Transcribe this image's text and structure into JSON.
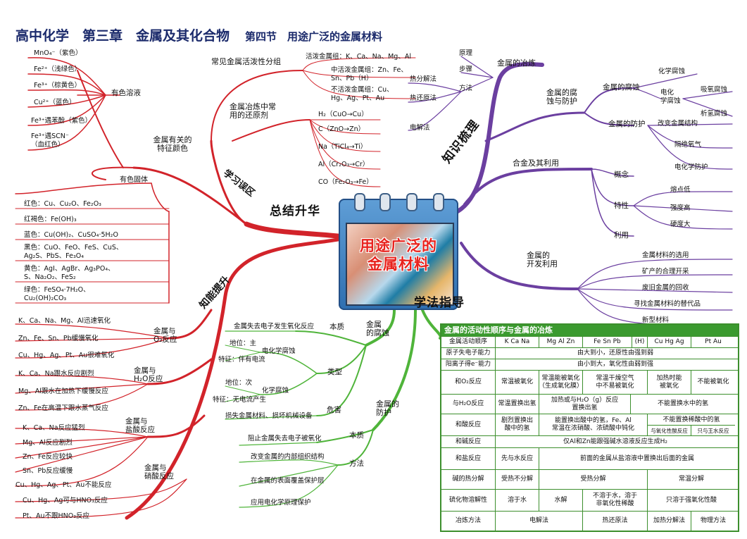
{
  "title": {
    "main": "高中化学　第三章　金属及其化合物",
    "sub": "第四节　用途广泛的金属材料"
  },
  "center": {
    "line1": "用途广泛的",
    "line2": "金属材料"
  },
  "branches": {
    "summary": "总结升华",
    "knowledge": "知识梳理",
    "ability": "知能提升",
    "method": "学法指导",
    "study": "学习误区"
  },
  "summary": {
    "colors_label": "金属有关的\n特征颜色",
    "solution_label": "有色溶液",
    "solid_label": "有色固体",
    "solutions": [
      "MnO₄⁻（紫色）",
      "Fe²⁺（浅绿色）",
      "Fe³⁺（棕黄色）",
      "Cu²⁺（蓝色）",
      "Fe³⁺遇苯酚（紫色）",
      "Fe³⁺遇SCN⁻\n（血红色）"
    ],
    "solids": [
      "红色：Cu、Cu₂O、Fe₂O₃",
      "红褐色：Fe(OH)₃",
      "蓝色：Cu(OH)₂、CuSO₄·5H₂O",
      "黑色：CuO、FeO、FeS、CuS、\nAg₂S、PbS、Fe₃O₄",
      "黄色：AgI、AgBr、Ag₃PO₄、\nS、Na₂O₂、FeS₂",
      "绿色：FeSO₄·7H₂O、\nCu₂(OH)₂CO₃"
    ],
    "activity_label": "常见金属活泼性分组",
    "activity": [
      "活泼金属组：K、Ca、Na、Mg、Al",
      "中活泼金属组：Zn、Fe、\nSn、Pb（H）",
      "不活泼金属组：Cu、\nHg、Ag、Pt、Au"
    ],
    "reducer_label": "金属冶炼中常\n用的还原剂",
    "reducers": [
      "H₂（CuO→Cu）",
      "C（ZnO→Zn）",
      "Na（TiCl₄→Ti）",
      "Al（Cr₂O₃→Cr）",
      "CO（Fe₂O₃→Fe）"
    ]
  },
  "knowledge": {
    "smelting": "金属的冶炼",
    "smelting_items": [
      "原理",
      "步骤",
      "方法"
    ],
    "smelting_methods": [
      "热分解法",
      "热还原法",
      "电解法"
    ],
    "corrosion_label": "金属的腐\n蚀与防护",
    "corrosion": "金属的腐蚀",
    "corrosion_types": [
      "化学腐蚀",
      "电化\n学腐蚀"
    ],
    "electro_types": [
      "吸氧腐蚀",
      "析氢腐蚀"
    ],
    "protection": "金属的防护",
    "protection_items": [
      "改变金属结构",
      "隔绝氧气",
      "电化学防护"
    ],
    "alloy": "合金及其利用",
    "alloy_items": [
      "概念",
      "特性",
      "利用"
    ],
    "alloy_props": [
      "熔点低",
      "强度高",
      "硬度大"
    ],
    "develop": "金属的\n开发利用",
    "develop_items": [
      "金属材料的选用",
      "矿产的合理开采",
      "废旧金属的回收",
      "寻找金属材料的替代品",
      "新型材料"
    ]
  },
  "ability": {
    "o2_label": "金属与\nO₂反应",
    "o2": [
      "K、Ca、Na、Mg、Al迅速氧化",
      "Zn、Fe、Sn、Pb缓慢氧化",
      "Cu、Hg、Ag、Pt、Au很难氧化"
    ],
    "h2o_label": "金属与\nH₂O反应",
    "h2o": [
      "K、Ca、Na跟水反应剧烈",
      "Mg、Al跟水在加热下缓慢反应",
      "Zn、Fe在高温下跟水蒸气反应"
    ],
    "hcl_label": "金属与\n盐酸反应",
    "hcl": [
      "K、Ca、Na反应猛烈",
      "Mg、Al反应剧烈",
      "Zn、Fe反应较快",
      "Sn、Pb反应缓慢",
      "Cu、Hg、Ag、Pt、Au不能反应"
    ],
    "hno3_label": "金属与\n硝酸反应",
    "hno3": [
      "Cu、Hg、Ag可与HNO₃反应",
      "Pt、Au不跟HNO₃反应"
    ]
  },
  "method": {
    "corrosion": "金属\n的腐蚀",
    "essence": "本质",
    "essence_text": "金属失去电子发生氧化反应",
    "types": "类型",
    "chem": "电化学腐蚀",
    "chem_pos": "地位：主",
    "chem_feat": "特征：伴有电流",
    "chem2": "化学腐蚀",
    "chem2_pos": "地位：次",
    "chem2_feat": "特征：无电流产生",
    "harm": "危害",
    "harm_text": "损失金属材料、损坏机械设备",
    "protect": "金属的\n防护",
    "p_essence": "本质",
    "p_essence_text": "阻止金属失去电子被氧化",
    "p_method": "方法",
    "p_methods": [
      "改变金属的内部组织结构",
      "在金属的表面覆盖保护层",
      "应用电化学原理保护"
    ]
  },
  "table": {
    "title": "金属的活动性顺序与金属的冶炼",
    "rows": [
      {
        "h": "金属活动顺序",
        "cells": [
          "K Ca Na",
          "Mg  Al Zn",
          "Fe Sn Pb",
          "(H)",
          "Cu Hg Ag",
          "Pt Au"
        ]
      },
      {
        "h": "原子失电子能力",
        "cells": [
          "由大到小，还原性由强到弱"
        ]
      },
      {
        "h": "阳离子得e⁻能力",
        "cells": [
          "由小到大，氧化性由弱到强"
        ]
      },
      {
        "h": "和O₂反应",
        "cells": [
          "常温被氧化",
          "常温能被氧化\n（生成氧化膜）",
          "常温干燥空气\n中不易被氧化",
          "加热时能\n被氧化",
          "不能被氧化"
        ]
      },
      {
        "h": "与H₂O反应",
        "cells": [
          "常温置换出氢",
          "加热或与H₂O（g）反应\n置换出氢",
          "不能置换水中的氢"
        ]
      },
      {
        "h": "和酸反应",
        "cells": [
          "剧烈置换出\n酸中的氢",
          "能置换出酸中的氢，Fe、Al\n常温在浓硝酸、浓硫酸中钝化",
          "不能置换稀酸中的氢",
          "与氧化性酸反应",
          "只与王水反应"
        ]
      },
      {
        "h": "和碱反应",
        "cells": [
          "仅Al和Zn能跟强碱水溶液反应生成H₂"
        ]
      },
      {
        "h": "和盐反应",
        "cells": [
          "先与水反应",
          "前面的金属从盐溶液中置换出后面的金属"
        ]
      },
      {
        "h": "碱的热分解",
        "cells": [
          "受热不分解",
          "受热分解",
          "常温分解"
        ]
      },
      {
        "h": "硫化物溶解性",
        "cells": [
          "溶于水",
          "水解",
          "不溶于水，溶于\n非氧化性稀酸",
          "只溶于强氧化性酸"
        ]
      },
      {
        "h": "冶炼方法",
        "cells": [
          "电解法",
          "热还原法",
          "加热分解法",
          "物理方法"
        ]
      }
    ]
  }
}
